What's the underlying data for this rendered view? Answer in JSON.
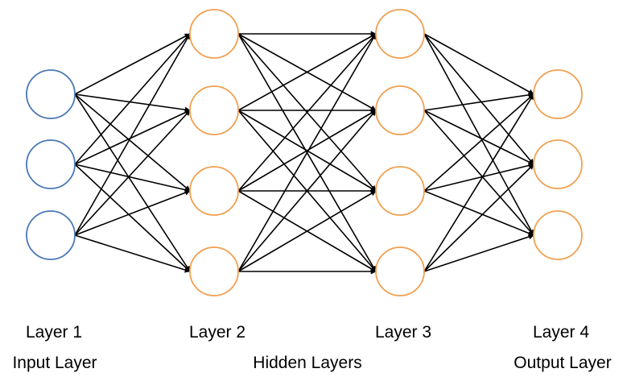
{
  "colors": {
    "input_node": "#4a78b5",
    "other_node": "#f0a050",
    "edge": "#000000",
    "text": "#000000"
  },
  "layers": [
    {
      "label": "Layer 1",
      "role_label": "Input Layer",
      "node_count": 3,
      "node_kind": "input"
    },
    {
      "label": "Layer 2",
      "role_label": "",
      "node_count": 4,
      "node_kind": "hidden"
    },
    {
      "label": "Layer 3",
      "role_label": "",
      "node_count": 4,
      "node_kind": "hidden"
    },
    {
      "label": "Layer 4",
      "role_label": "Output Layer",
      "node_count": 3,
      "node_kind": "output"
    }
  ],
  "group_labels": {
    "hidden": "Hidden Layers"
  },
  "connections": "fully-connected"
}
